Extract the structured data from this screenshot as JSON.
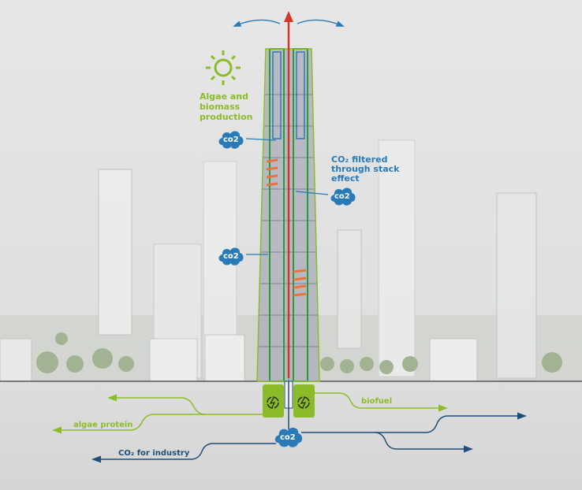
{
  "labels": {
    "algae_line1": "Algae and",
    "algae_line2": "biomass",
    "algae_line3": "production",
    "co2_filtered_line1": "CO₂ filtered",
    "co2_filtered_line2": "through stack",
    "co2_filtered_line3": "effect",
    "biofuel": "biofuel",
    "algae_protein": "algae protein",
    "co2_industry": "CO₂ for industry",
    "cloud": "co2"
  },
  "icons": [
    "sun-icon",
    "co2-cloud-icon",
    "recycle-energy-icon",
    "arrow-icon"
  ],
  "colors": {
    "green": "#8cbb2a",
    "blue": "#2a7ab8",
    "navy": "#1f4e79",
    "red": "#d8342a",
    "orange": "#e8743a",
    "background": "#e2e2e2"
  }
}
